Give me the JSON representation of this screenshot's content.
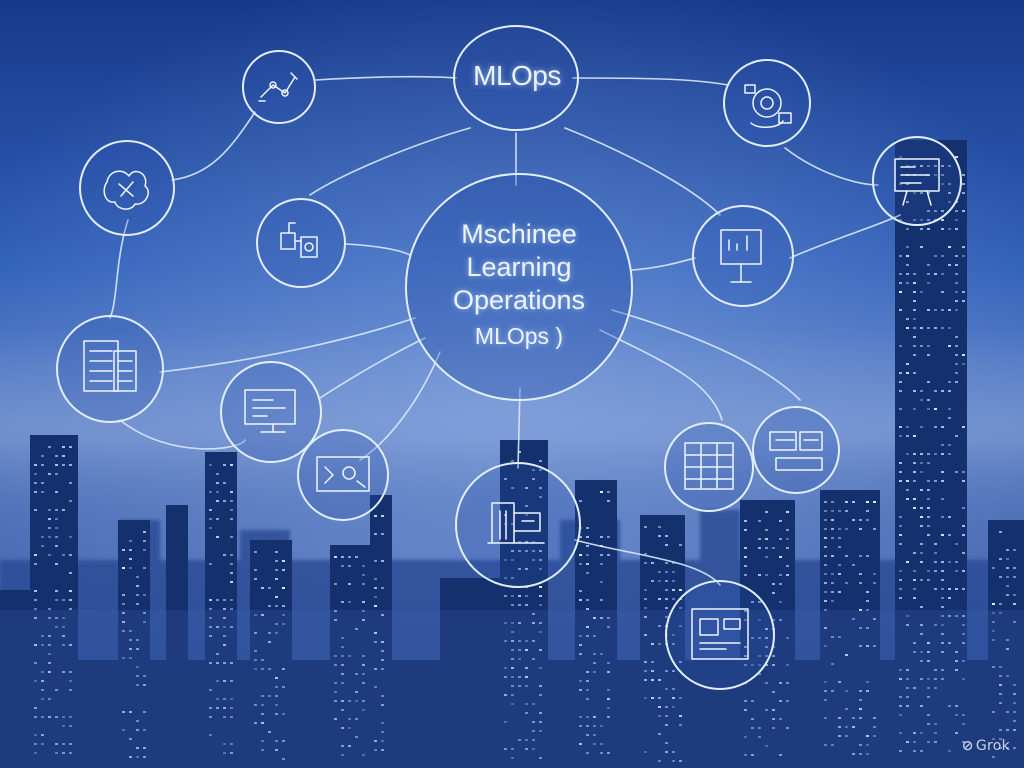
{
  "hub": {
    "title": "MLOps"
  },
  "center": {
    "lines": [
      "Mschinee",
      "Learning",
      "Operations",
      "MLOps )"
    ]
  },
  "nodes": [
    {
      "name": "node-robot-arm-icon"
    },
    {
      "name": "node-gear-flow-icon"
    },
    {
      "name": "node-puzzle-icon"
    },
    {
      "name": "node-pipeline-icon"
    },
    {
      "name": "node-whiteboard-icon"
    },
    {
      "name": "node-dashboard-icon"
    },
    {
      "name": "node-server-rack-icon"
    },
    {
      "name": "node-monitor-icon"
    },
    {
      "name": "node-code-window-icon"
    },
    {
      "name": "node-data-table-icon"
    },
    {
      "name": "node-screens-icon"
    },
    {
      "name": "node-building-model-icon"
    },
    {
      "name": "node-blueprint-icon"
    }
  ],
  "watermark": {
    "text": "Grok"
  },
  "colors": {
    "sky_top": "#1d3f92",
    "sky_mid": "#4a78c8",
    "haze": "#6d88c4",
    "city": "#102a62",
    "line": "#dbe9ff"
  }
}
